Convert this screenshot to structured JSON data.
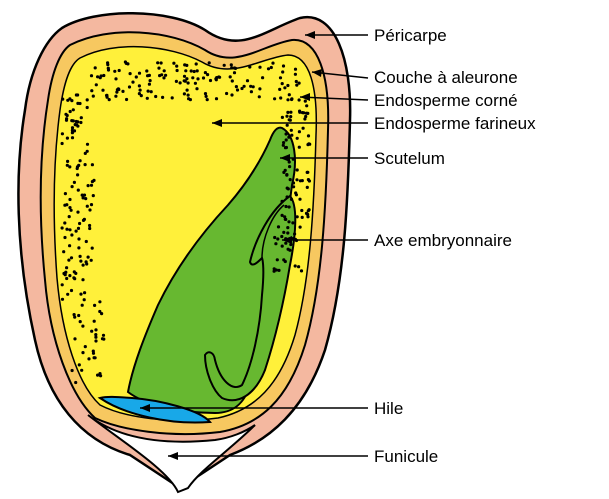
{
  "labels": {
    "pericarpe": "Péricarpe",
    "aleurone": "Couche à aleurone",
    "corne": "Endosperme corné",
    "farineux": "Endosperme farineux",
    "scutelum": "Scutelum",
    "axe": "Axe embryonnaire",
    "hile": "Hile",
    "funicule": "Funicule"
  },
  "colors": {
    "pericarp": "#f4b8a0",
    "aleurone": "#f7c860",
    "endosperm": "#fff03a",
    "embryo": "#67b830",
    "hilum": "#18a8e8",
    "outline": "#000000"
  }
}
